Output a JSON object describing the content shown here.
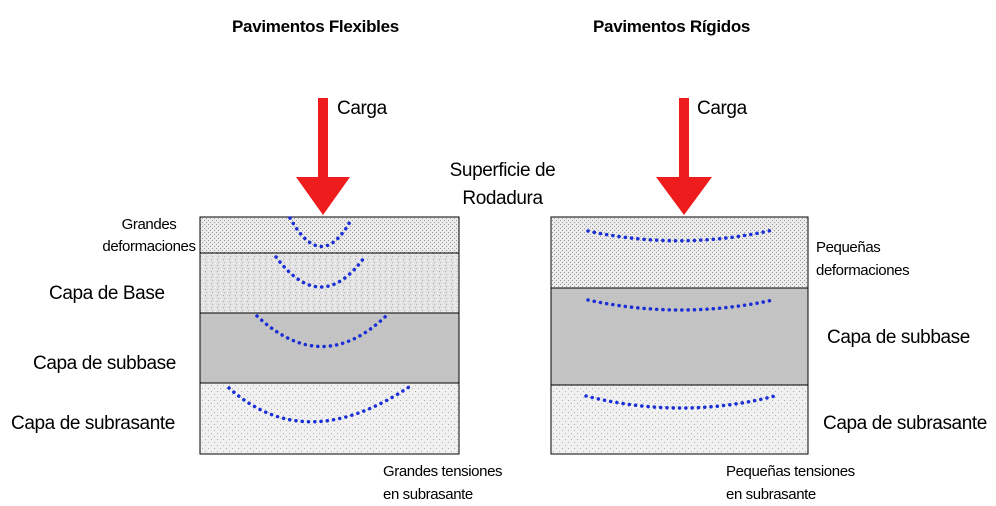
{
  "titles": {
    "flexible": "Pavimentos Flexibles",
    "rigid": "Pavimentos Rígidos"
  },
  "load_label_flexible": "Carga",
  "load_label_rigid": "Carga",
  "surface_label": {
    "line1": "Superficie de",
    "line2": "Rodadura"
  },
  "flexible": {
    "deformation": {
      "line1": "Grandes",
      "line2": "deformaciones"
    },
    "base": "Capa de Base",
    "subbase": "Capa de subbase",
    "subgrade": "Capa de subrasante",
    "tension": {
      "line1": "Grandes tensiones",
      "line2": "en subrasante"
    }
  },
  "rigid": {
    "deformation": {
      "line1": "Pequeñas",
      "line2": "deformaciones"
    },
    "subbase": "Capa de subbase",
    "subgrade": "Capa de subrasante",
    "tension": {
      "line1": "Pequeñas tensiones",
      "line2": "en subrasante"
    }
  },
  "colors": {
    "arrow": "#ee1c1c",
    "deflection_dots": "#1a2fd6",
    "surface_layer": "#e6e6e6",
    "base_layer": "#d9d9d9",
    "subbase_layer": "#c0c0c0",
    "subgrade_layer": "#ededed",
    "outline": "#000000"
  }
}
